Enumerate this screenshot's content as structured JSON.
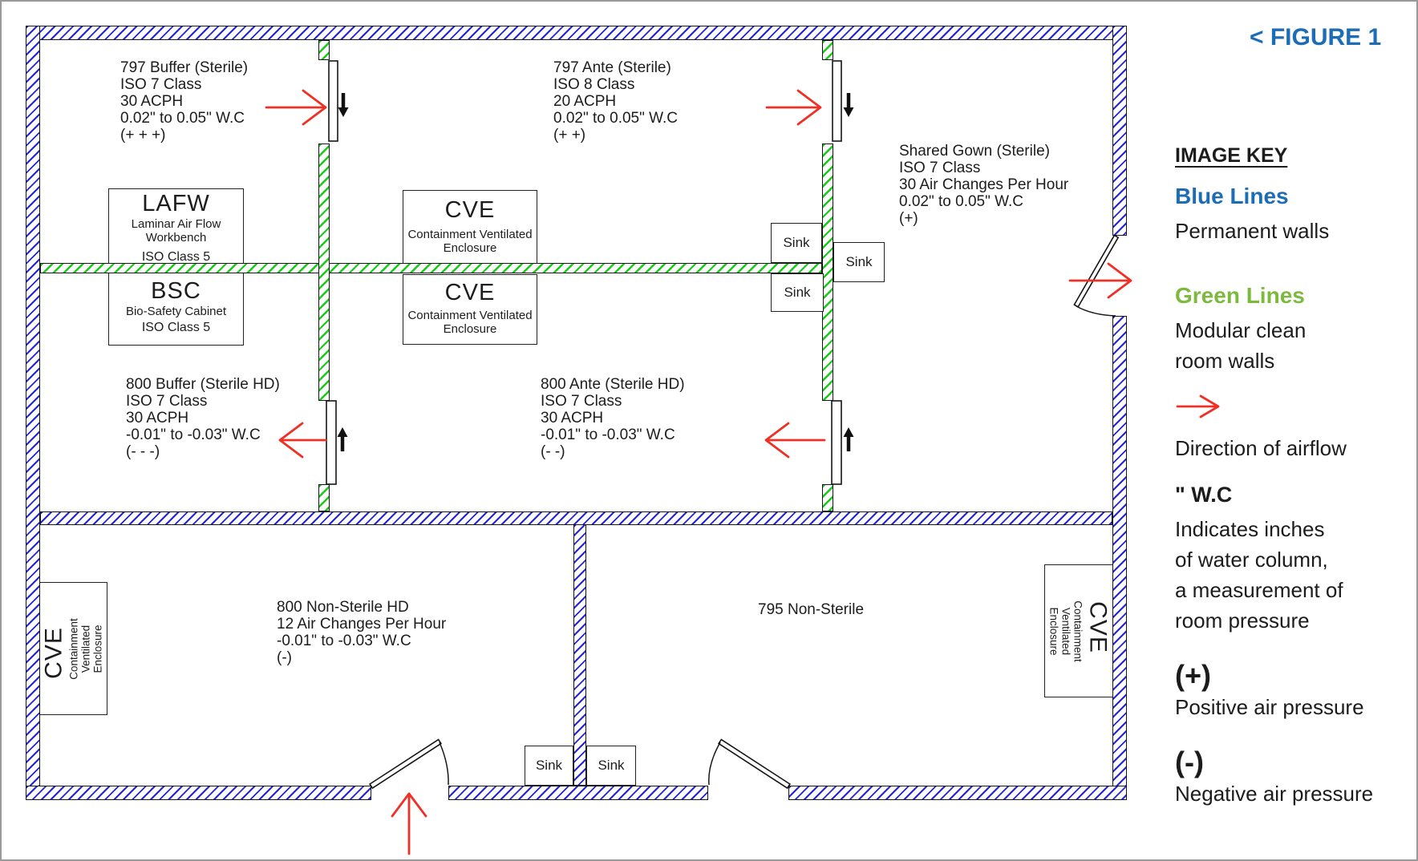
{
  "figure_label": "< FIGURE 1",
  "rooms": {
    "buffer797": {
      "line1": "797 Buffer (Sterile)",
      "line2": "ISO 7 Class",
      "line3": "30 ACPH",
      "line4": "0.02\" to 0.05\" W.C",
      "line5": "(+ + +)"
    },
    "ante797": {
      "line1": "797 Ante (Sterile)",
      "line2": "ISO 8 Class",
      "line3": "20 ACPH",
      "line4": "0.02\" to 0.05\" W.C",
      "line5": "(+ +)"
    },
    "sharedGown": {
      "line1": "Shared Gown (Sterile)",
      "line2": "ISO 7 Class",
      "line3": "30 Air Changes Per Hour",
      "line4": "0.02\" to 0.05\" W.C",
      "line5": "(+)"
    },
    "buffer800": {
      "line1": "800 Buffer (Sterile HD)",
      "line2": "ISO 7 Class",
      "line3": "30 ACPH",
      "line4": "-0.01\" to -0.03\" W.C",
      "line5": "(- - -)"
    },
    "ante800": {
      "line1": "800 Ante (Sterile HD)",
      "line2": "ISO 7 Class",
      "line3": "30 ACPH",
      "line4": "-0.01\" to -0.03\" W.C",
      "line5": "(- -)"
    },
    "nonSterile800": {
      "line1": "800 Non-Sterile HD",
      "line2": "12 Air Changes Per Hour",
      "line3": "-0.01\" to -0.03\" W.C",
      "line4": "(-)"
    },
    "nonSterile795": {
      "line1": "795 Non-Sterile"
    }
  },
  "equipment": {
    "lafw": {
      "abbr": "LAFW",
      "sub1": "Laminar Air Flow",
      "sub2": "Workbench",
      "iso": "ISO Class 5"
    },
    "bsc": {
      "abbr": "BSC",
      "sub1": "Bio-Safety Cabinet",
      "iso": "ISO Class 5"
    },
    "cve": {
      "abbr": "CVE",
      "sub1": "Containment Ventilated",
      "sub2": "Enclosure"
    },
    "sink_label": "Sink"
  },
  "key": {
    "heading": "IMAGE KEY",
    "blue_label": "Blue Lines",
    "blue_desc": "Permanent walls",
    "green_label": "Green Lines",
    "green_desc_1": "Modular clean",
    "green_desc_2": "room walls",
    "arrow_desc": "Direction of airflow",
    "wc_label": "\" W.C",
    "wc_desc_1": "Indicates inches",
    "wc_desc_2": "of water column,",
    "wc_desc_3": "a measurement of",
    "wc_desc_4": "room pressure",
    "plus_label": "(+)",
    "plus_desc": "Positive air pressure",
    "minus_label": "(-)",
    "minus_desc": "Negative air pressure"
  },
  "colors": {
    "wall_blue": "#2323dd",
    "wall_green": "#17cc17",
    "arrow_red": "#ee3124",
    "key_blue": "#1c6db6",
    "key_green": "#7cba3d"
  }
}
